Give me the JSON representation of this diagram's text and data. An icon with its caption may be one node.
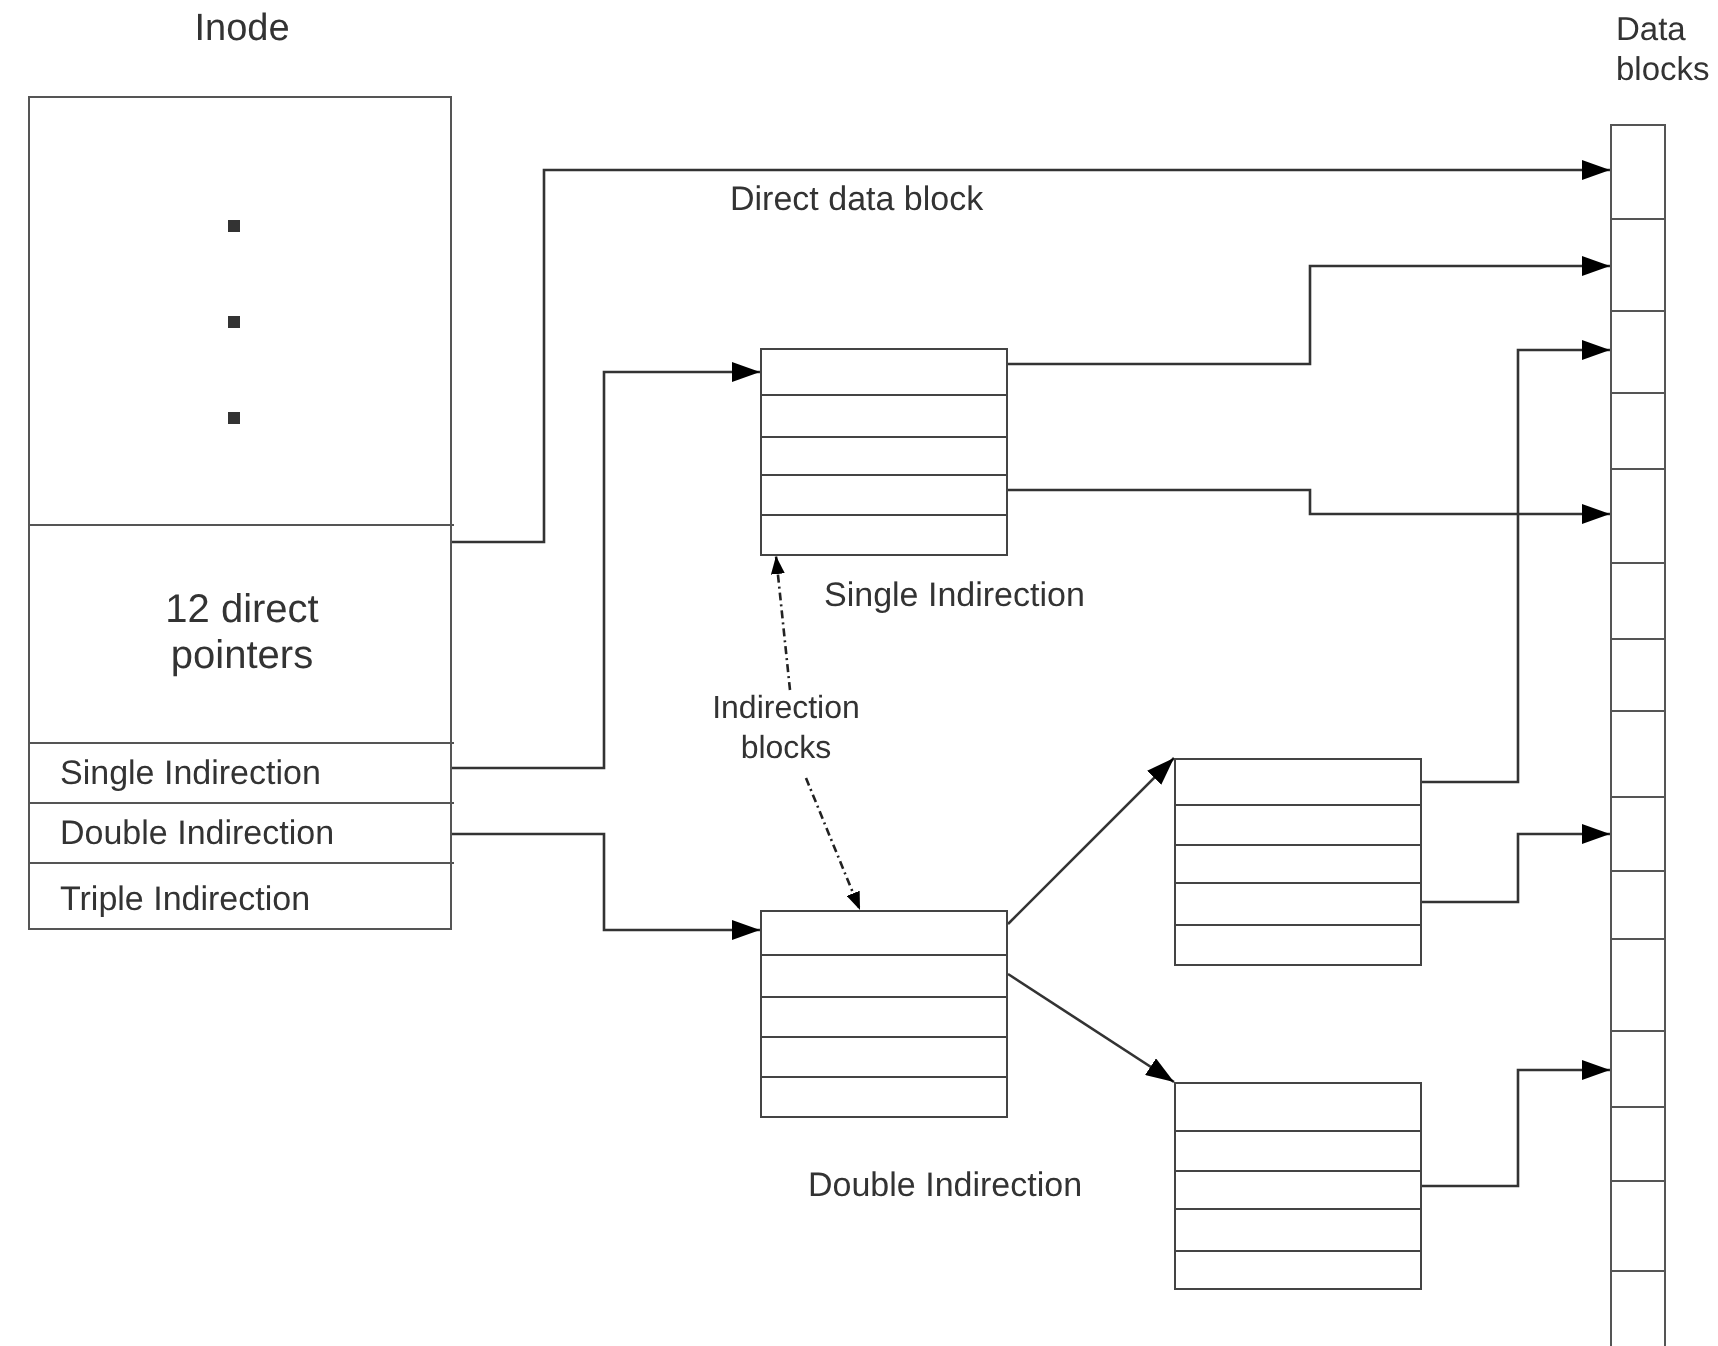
{
  "diagram": {
    "nodes": [
      {
        "text": [
          "Inode"
        ]
      },
      {
        "text": [
          "12 direct pointers"
        ],
        "in": 0
      },
      {
        "text": [
          "Single Indirection"
        ],
        "in": 0
      },
      {
        "text": [
          "Double Indirection"
        ],
        "in": 0
      },
      {
        "text": [
          "Triple Indirection"
        ],
        "in": 0
      },
      {
        "text": [],
        "shape": "box",
        "beside": [
          "Single Indirection"
        ]
      },
      {
        "text": [],
        "shape": "box",
        "beside": [
          "Double Indirection"
        ]
      },
      {
        "text": [],
        "shape": "box"
      },
      {
        "text": [],
        "shape": "box"
      },
      {
        "text": [
          "Data blocks"
        ]
      },
      {
        "text": [
          "Indirection blocks"
        ]
      }
    ],
    "edges": [
      {
        "from": 1,
        "to": 9,
        "arrow": "to",
        "label": "Direct data block"
      },
      {
        "from": 5,
        "to": 9,
        "arrow": "to"
      },
      {
        "from": 5,
        "to": 9,
        "arrow": "to"
      },
      {
        "from": 2,
        "to": 5,
        "arrow": "to"
      },
      {
        "from": 3,
        "to": 6,
        "arrow": "to"
      },
      {
        "from": 6,
        "to": 7,
        "arrow": "to"
      },
      {
        "from": 6,
        "to": 8,
        "arrow": "to"
      },
      {
        "from": 7,
        "to": 9,
        "arrow": "to"
      },
      {
        "from": 7,
        "to": 9,
        "arrow": "to"
      },
      {
        "from": 8,
        "to": 9,
        "arrow": "to"
      },
      {
        "from": 10,
        "to": 5,
        "arrow": "to",
        "style": "dashed"
      },
      {
        "from": 10,
        "to": 6,
        "arrow": "to",
        "style": "dashed"
      }
    ]
  }
}
